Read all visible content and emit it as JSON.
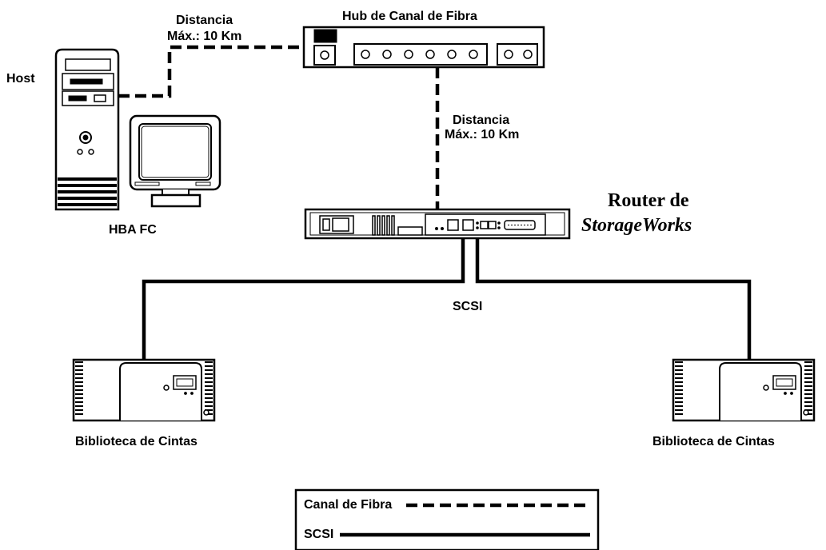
{
  "labels": {
    "host": "Host",
    "hba": "HBA FC",
    "hub": "Hub de Canal de Fibra",
    "distance_top_line1": "Distancia",
    "distance_top_line2": "Máx.: 10 Km",
    "distance_mid_line1": "Distancia",
    "distance_mid_line2": "Máx.: 10 Km",
    "router_line1": "Router de",
    "router_line2": "StorageWorks",
    "scsi": "SCSI",
    "library_left": "Biblioteca de Cintas",
    "library_right": "Biblioteca de Cintas"
  },
  "legend": {
    "fibre": "Canal de Fibra",
    "scsi": "SCSI"
  }
}
